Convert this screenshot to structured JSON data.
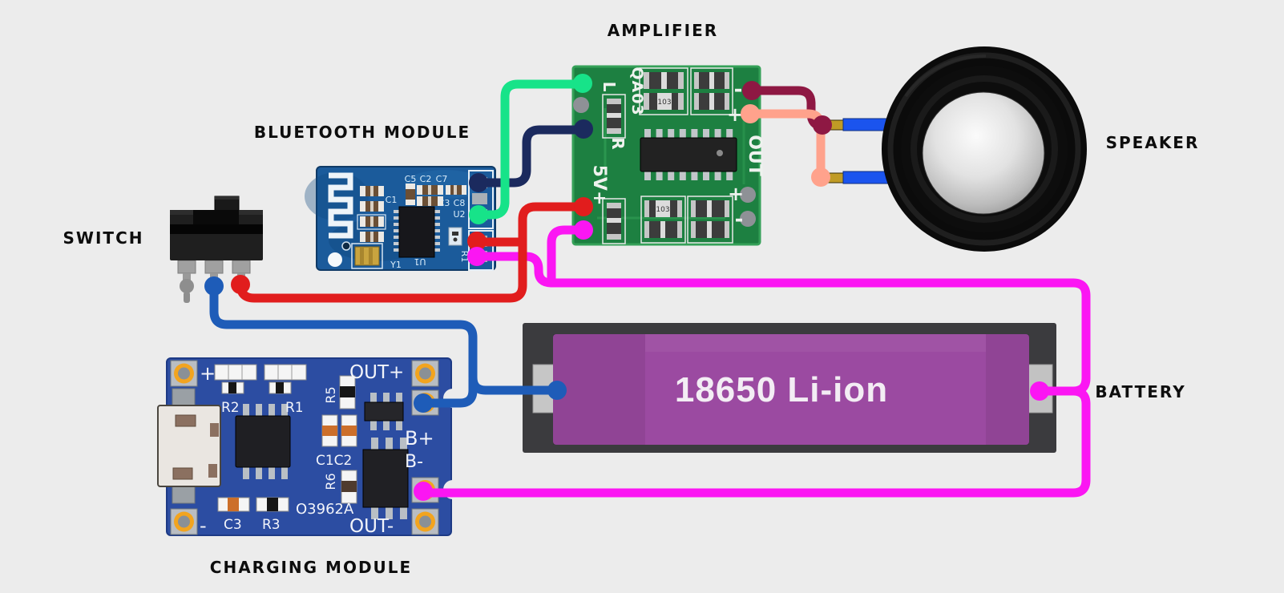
{
  "colors": {
    "background": "#ececec",
    "wire_green": "#17e389",
    "wire_navy": "#1b2a5e",
    "wire_red": "#e11d1d",
    "wire_magenta": "#fb16f3",
    "wire_blue": "#1e5cb8",
    "wire_maroon": "#8e1843",
    "wire_salmon": "#ffa28c",
    "speaker_lead_blue": "#1b54ee",
    "speaker_lead_gold": "#c09b25",
    "amp_pcb": "#1d8041",
    "bt_pcb": "#1b5b9b",
    "charger_pcb": "#2c4da2",
    "battery_body": "#9b4aa1",
    "battery_holder": "#3b3b3e"
  },
  "labels": {
    "amplifier": "AMPLIFIER",
    "bluetooth_module": "BLUETOOTH MODULE",
    "switch": "SWITCH",
    "speaker": "SPEAKER",
    "battery": "BATTERY",
    "charging_module": "CHARGING MODULE"
  },
  "battery": {
    "cell_text": "18650 Li-ion"
  },
  "amplifier_silk": {
    "left_channel": "L",
    "right_channel": "R",
    "board_id": "QA03",
    "power": "5V+",
    "out": "OUT",
    "out_minus": "-",
    "out_plus": "+",
    "aux_plus": "+",
    "aux_minus": "-",
    "resistor_code": "103"
  },
  "bluetooth_silk": {
    "c5": "C5",
    "c2": "C2",
    "c7": "C7",
    "c1": "C1",
    "c3": "C3",
    "c8": "C8",
    "u2": "U2",
    "y1": "Y1",
    "u1": "U1",
    "r1": "R1"
  },
  "charger_silk": {
    "plus": "+",
    "minus": "-",
    "r2": "R2",
    "r1": "R1",
    "r5": "R5",
    "r6": "R6",
    "c1c2": "C1C2",
    "c3": "C3",
    "r3": "R3",
    "chip_id": "O3962A",
    "out_plus": "OUT+",
    "b_plus": "B+",
    "b_minus": "B-",
    "out_minus": "OUT-"
  },
  "wiring": [
    {
      "from": "switch-middle-pin",
      "to": "battery-left-terminal / charger-upper-pad",
      "color_key": "wire_blue"
    },
    {
      "from": "switch-right-pin",
      "to": "bluetooth-power-pad / amplifier-5v-pad",
      "color_key": "wire_red"
    },
    {
      "from": "battery-right-terminal",
      "to": "bluetooth-gnd-pad / amplifier-gnd-pad / charger-lower-pad",
      "color_key": "wire_magenta"
    },
    {
      "from": "bluetooth-audio-pad-lower",
      "to": "amplifier-l-input",
      "color_key": "wire_green"
    },
    {
      "from": "bluetooth-audio-pad-upper",
      "to": "amplifier-r-input",
      "color_key": "wire_navy"
    },
    {
      "from": "amplifier-out-minus",
      "to": "speaker-top-lead",
      "color_key": "wire_maroon"
    },
    {
      "from": "amplifier-out-plus",
      "to": "speaker-bottom-lead",
      "color_key": "wire_salmon"
    }
  ]
}
